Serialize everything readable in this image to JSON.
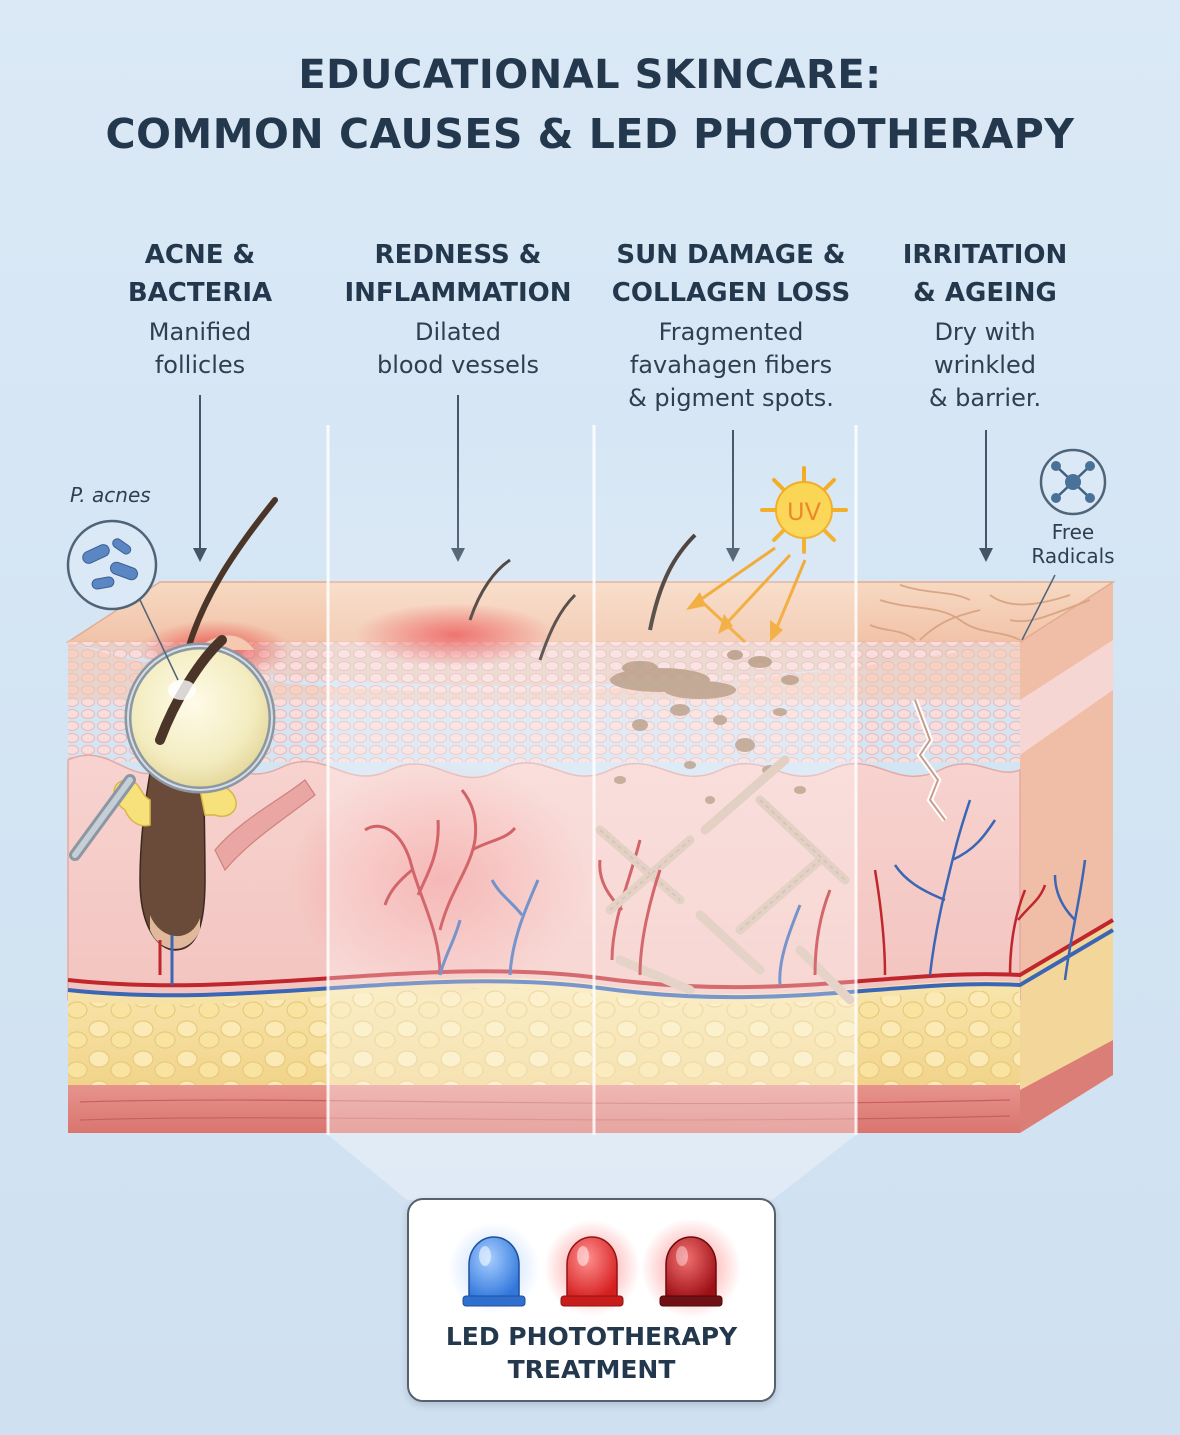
{
  "title": {
    "line1": "EDUCATIONAL SKINCARE:",
    "line2": "COMMON CAUSES & LED PHOTOTHERAPY"
  },
  "columns": [
    {
      "heading": [
        "ACNE &",
        "BACTERIA"
      ],
      "description": [
        "Manified",
        "follicles"
      ]
    },
    {
      "heading": [
        "REDNESS &",
        "INFLAMMATION"
      ],
      "description": [
        "Dilated",
        "blood vessels"
      ]
    },
    {
      "heading": [
        "SUN DAMAGE &",
        "COLLAGEN LOSS"
      ],
      "description": [
        "Fragmented",
        "favahagen fibers",
        "& pigment spots."
      ]
    },
    {
      "heading": [
        "IRRITATION",
        "& AGEING"
      ],
      "description": [
        "Dry with",
        "wrinkled",
        "& barrier."
      ]
    }
  ],
  "labels": {
    "bacteria": "P. acnes",
    "uv": "UV",
    "free_radicals": [
      "Free",
      "Radicals"
    ]
  },
  "treatment": {
    "label": [
      "LED PHOTOTHERAPY",
      "TREATMENT"
    ],
    "lights": [
      {
        "name": "blue-light",
        "color": "#3f86e8"
      },
      {
        "name": "red-light",
        "color": "#e02a2a"
      },
      {
        "name": "deep-red-light",
        "color": "#b3141a"
      }
    ]
  },
  "colors": {
    "heading": "#24384d",
    "blood_red": "#c0272d",
    "blood_blue": "#3b66b5",
    "fat": "#f4dc9a",
    "skin": "#f6d0c0"
  }
}
